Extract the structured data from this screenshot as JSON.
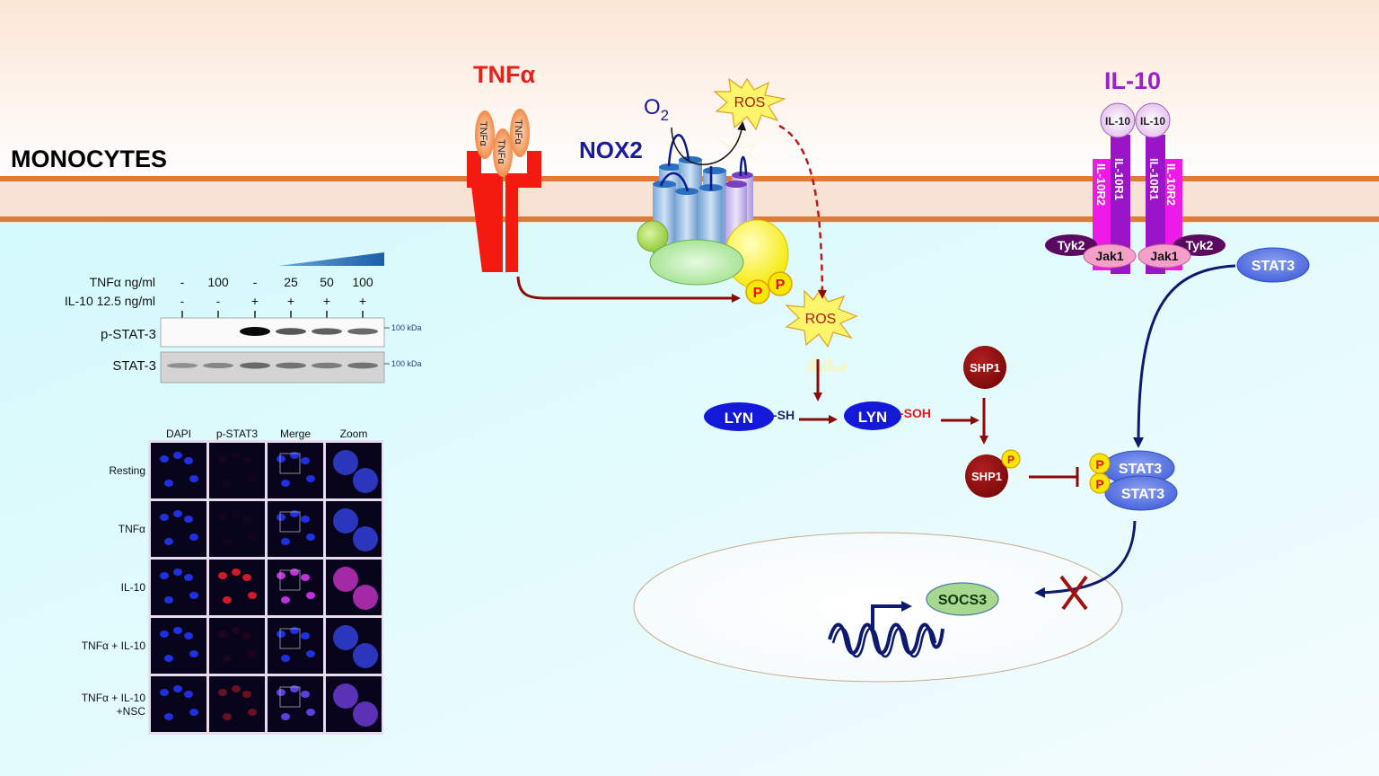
{
  "cell_type": "MONOCYTES",
  "ligands": {
    "tnf": "TNFα",
    "il10": "IL-10",
    "tnf_bound": [
      "TNFα",
      "TNFα",
      "TNFα"
    ]
  },
  "complex": {
    "nox2": "NOX2",
    "o2": "O",
    "o2_sub": "2",
    "ros": "ROS",
    "p": "P"
  },
  "il10_receptor": {
    "ligand_units": [
      "IL-10",
      "IL-10"
    ],
    "r1": "IL-10R1",
    "r2": "IL-10R2",
    "tyk2": "Tyk2",
    "jak1": "Jak1"
  },
  "signaling": {
    "stat3": "STAT3",
    "lyn": "LYN",
    "sh": "-SH",
    "soh": "-SOH",
    "shp1": "SHP1",
    "p": "P",
    "socs3": "SOCS3"
  },
  "western_blot": {
    "row_labels": [
      "TNFα ng/ml",
      "IL-10 12.5 ng/ml"
    ],
    "tnf_values": [
      "-",
      "100",
      "-",
      "25",
      "50",
      "100"
    ],
    "il10_values": [
      "-",
      "-",
      "+",
      "+",
      "+",
      "+"
    ],
    "bands": [
      {
        "label": "p-STAT-3",
        "marker": "100 kDa",
        "intensity": [
          0,
          0,
          1.0,
          0.6,
          0.55,
          0.5
        ]
      },
      {
        "label": "STAT-3",
        "marker": "100 kDa",
        "intensity": [
          0.3,
          0.35,
          0.5,
          0.45,
          0.4,
          0.45
        ]
      }
    ]
  },
  "microscopy": {
    "columns": [
      "DAPI",
      "p-STAT3",
      "Merge",
      "Zoom"
    ],
    "rows": [
      "Resting",
      "TNFα",
      "IL-10",
      "TNFα + IL-10",
      "TNFα + IL-10\n+NSC"
    ],
    "row_lines": [
      [
        "Resting"
      ],
      [
        "TNFα"
      ],
      [
        "IL-10"
      ],
      [
        "TNFα + IL-10"
      ],
      [
        "TNFα + IL-10",
        "+NSC"
      ]
    ],
    "pstat3_signal": [
      0.05,
      0.05,
      0.9,
      0.1,
      0.45
    ]
  },
  "colors": {
    "tnf_red": "#e8201a",
    "nox2_blue": "#1a1aa0",
    "il10_purple": "#9b20d0",
    "membrane_orange": "#e07b35",
    "arrow_darkred": "#8b0a0a",
    "arrow_navy": "#0d1a6e",
    "lyn_blue": "#1418d8",
    "shp1_red": "#8b0f12",
    "stat3_blue": "#5570e0"
  }
}
